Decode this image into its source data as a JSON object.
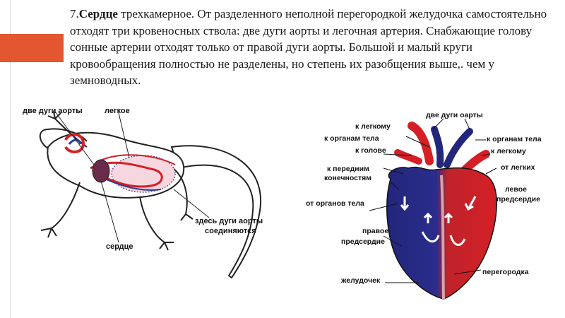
{
  "slide": {
    "heading_num": "7.",
    "heading_term": "Сердце",
    "body": " трехкамерное. От разделенного неполной перегородкой желудочка самостоятельно отходят три кровеносных ствола: две дуги аорты и легочная артерия. Снабжающие голову сонные артерии отходят только от правой дуги аорты. Большой и малый круги кровообращения полностью не разделены, но степень их разобщения выше,. чем у земноводных."
  },
  "left_figure": {
    "labels": {
      "aorta_arches": "две дуги аорты",
      "lung": "легкое",
      "heart": "сердце",
      "join_line1": "здесь дуги аорты",
      "join_line2": "соединяются"
    }
  },
  "right_figure": {
    "labels": {
      "aorta_arches": "две дуги оарты",
      "to_lung_left": "к легкому",
      "to_organs_left": "к органам тела",
      "to_head": "к голове",
      "to_forelimbs_1": "к передним",
      "to_forelimbs_2": "конечностям",
      "from_organs": "от органов тела",
      "right_atrium_1": "правое",
      "right_atrium_2": "предсердие",
      "ventricle": "желудочек",
      "to_organs_right": "к органам тела",
      "to_lung_right": "к легкому",
      "from_lungs": "от легких",
      "left_atrium_1": "левое",
      "left_atrium_2": "предсердие",
      "septum": "перегородка"
    }
  },
  "colors": {
    "accent": "#e2572f",
    "arterial": "#d41f26",
    "venous": "#23267a"
  }
}
